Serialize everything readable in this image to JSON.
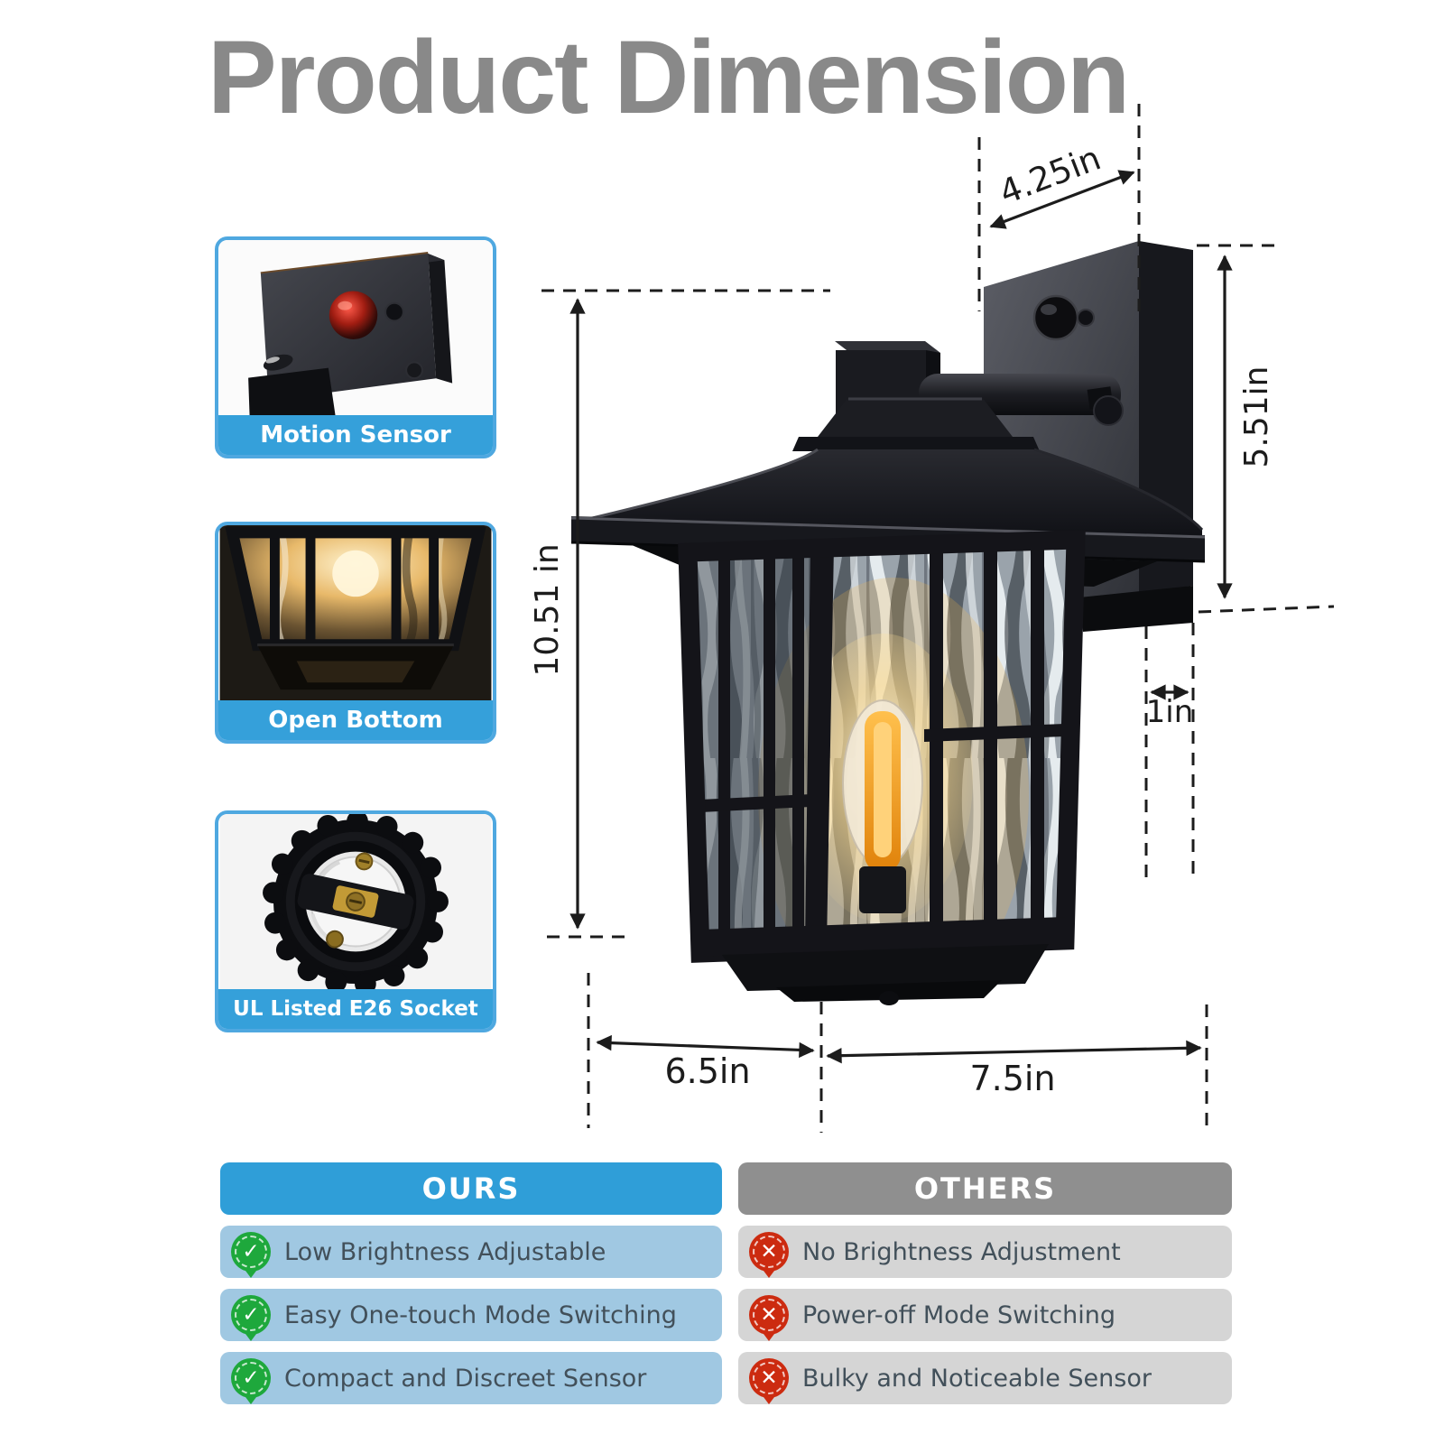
{
  "title": "Product Dimension",
  "callouts": [
    {
      "label": "Motion Sensor"
    },
    {
      "label": "Open Bottom"
    },
    {
      "label": "UL Listed E26 Socket"
    }
  ],
  "dimensions": {
    "back_plate_width": "4.25in",
    "back_plate_height": "5.51in",
    "total_height": "10.51 in",
    "back_plate_depth": "1in",
    "lantern_width": "6.5in",
    "extension_width": "7.5in"
  },
  "comparison": {
    "ours": {
      "header": "OURS",
      "items": [
        "Low Brightness Adjustable",
        "Easy One-touch Mode Switching",
        "Compact and Discreet Sensor"
      ]
    },
    "others": {
      "header": "OTHERS",
      "items": [
        "No Brightness Adjustment",
        "Power-off Mode Switching",
        "Bulky and Noticeable Sensor"
      ]
    }
  },
  "icons": {
    "check_glyph": "✓",
    "cross_glyph": "✕"
  },
  "colors": {
    "accent_blue": "#2f9ed8",
    "light_blue_row": "#a0c8e2",
    "header_gray": "#8f8f8f",
    "light_gray_row": "#d5d5d5",
    "check_green": "#1ea83c",
    "cross_red": "#cc2b10",
    "title_gray": "#898989"
  }
}
